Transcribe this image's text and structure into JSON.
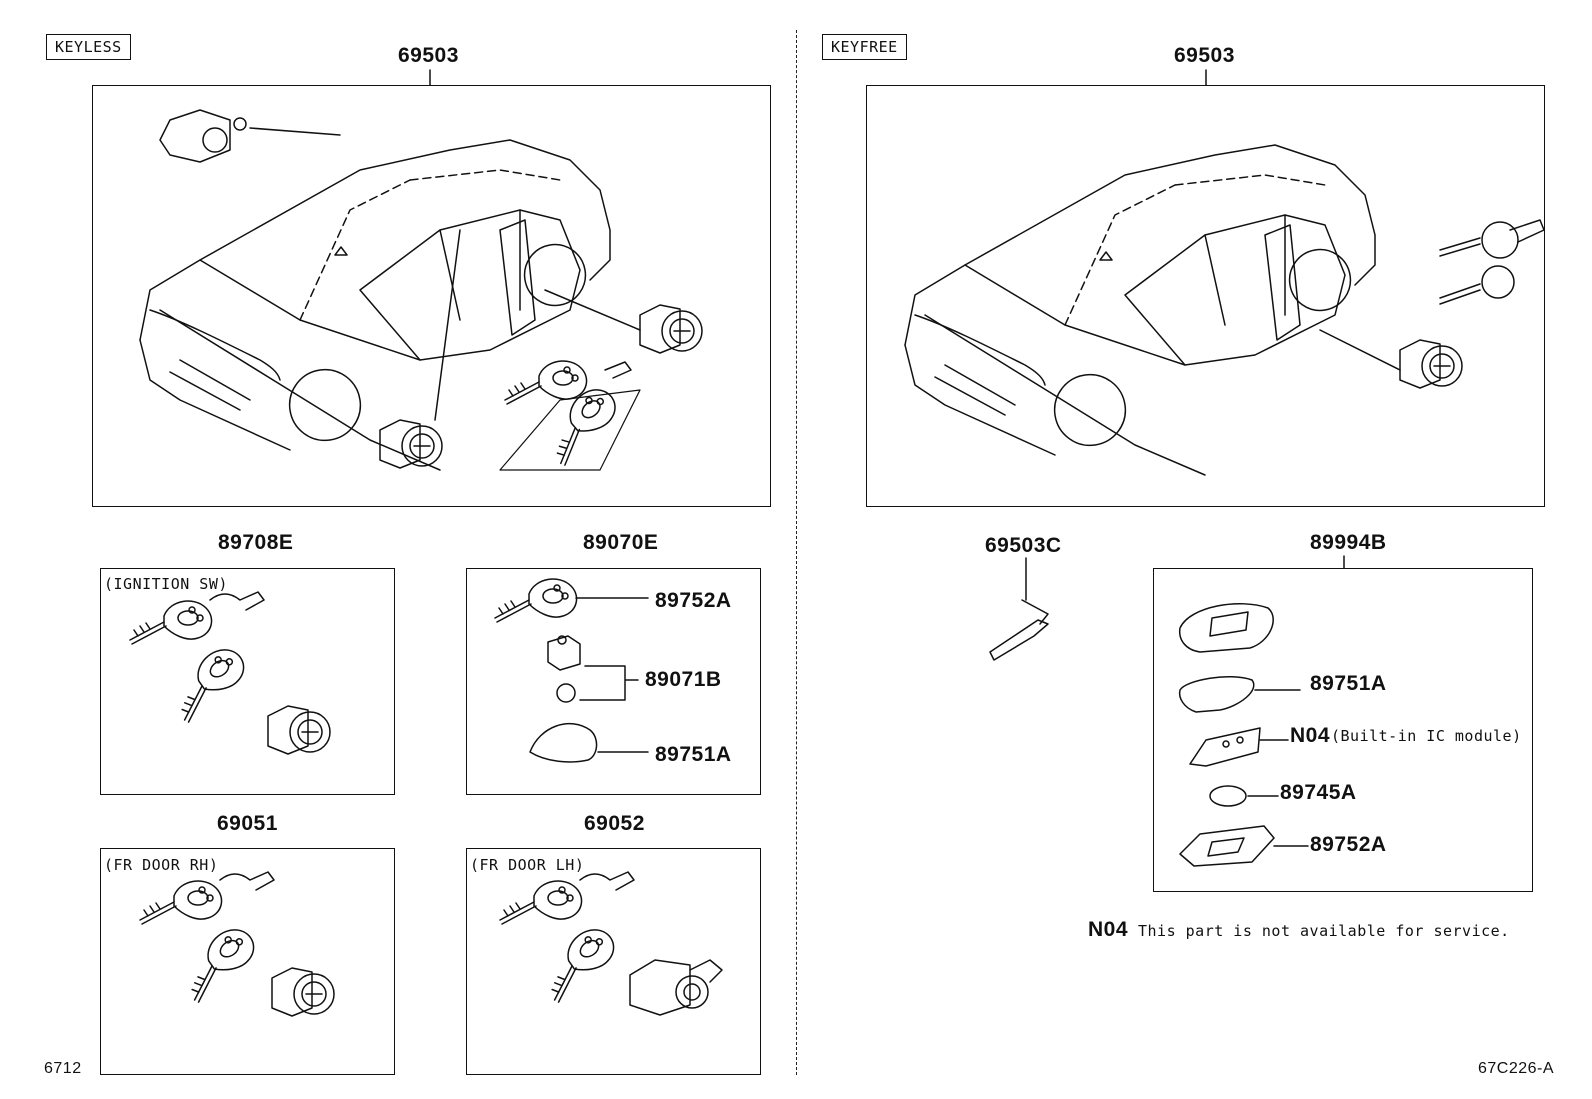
{
  "sections": {
    "left": {
      "tag": "KEYLESS",
      "main_part": "69503",
      "groups": [
        {
          "part": "89708E",
          "caption": "(IGNITION SW)"
        },
        {
          "part": "89070E",
          "caption": "",
          "callouts": [
            "89752A",
            "89071B",
            "89751A"
          ]
        },
        {
          "part": "69051",
          "caption": "(FR DOOR RH)"
        },
        {
          "part": "69052",
          "caption": "(FR DOOR LH)"
        }
      ]
    },
    "right": {
      "tag": "KEYFREE",
      "main_part": "69503",
      "key_part": "69503C",
      "remote_part": "89994B",
      "callouts": [
        "89751A",
        "N04",
        "89745A",
        "89752A"
      ],
      "n04_inline_note": "(Built-in IC module)",
      "footnote_code": "N04",
      "footnote_text": "This part is not available for service."
    }
  },
  "footer": {
    "page_number": "6712",
    "diagram_id": "67C226-A"
  }
}
